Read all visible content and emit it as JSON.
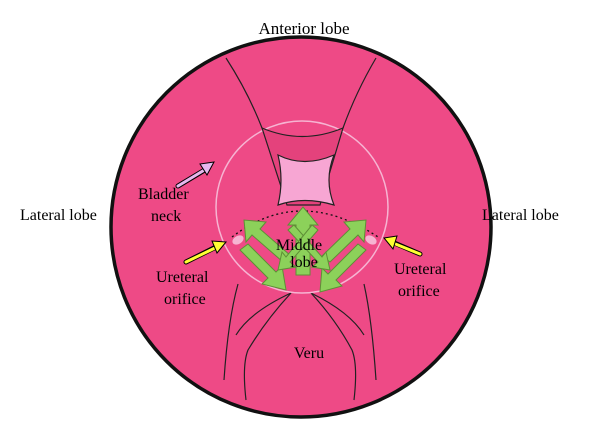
{
  "labels": {
    "anterior_lobe": "Anterior lobe",
    "lateral_lobe_left": "Lateral lobe",
    "lateral_lobe_right": "Lateral lobe",
    "bladder_neck_line1": "Bladder",
    "bladder_neck_line2": "neck",
    "middle_lobe_line1": "Middle",
    "middle_lobe_line2": "lobe",
    "ureteral_left_line1": "Ureteral",
    "ureteral_left_line2": "orifice",
    "ureteral_right_line1": "Ureteral",
    "ureteral_right_line2": "orifice",
    "veru": "Veru"
  },
  "colors": {
    "prostate_fill": "#ee4a86",
    "outline": "#111111",
    "bladder_neck_ring": "#f6b4d2",
    "urethral_opening": "#f7a6d3",
    "arrow_fill": "#8cd15a",
    "arrow_stroke": "#5e8f36",
    "bladder_neck_pointer": "#e6b8ee",
    "ureteral_pointer": "#ffff33"
  }
}
